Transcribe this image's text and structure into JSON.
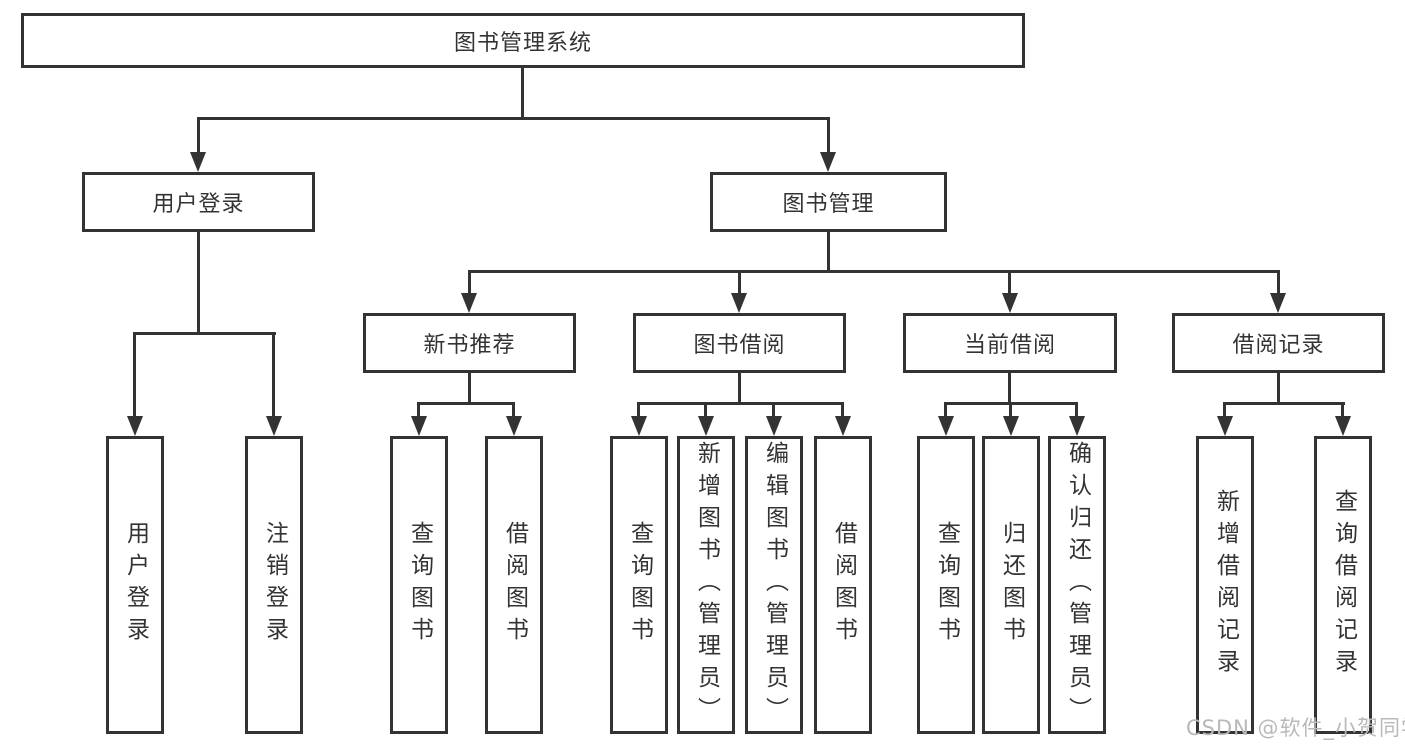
{
  "diagram": {
    "title": "图书管理系统",
    "level2": [
      "用户登录",
      "图书管理"
    ],
    "level3": [
      "新书推荐",
      "图书借阅",
      "当前借阅",
      "借阅记录"
    ],
    "user_login_children": [
      "用户登录",
      "注销登录"
    ],
    "new_book_children": [
      "查询图书",
      "借阅图书"
    ],
    "book_borrow_children": [
      "查询图书",
      "新增图书（管理员）",
      "编辑图书（管理员）",
      "借阅图书"
    ],
    "current_borrow_children": [
      "查询图书",
      "归还图书",
      "确认归还（管理员）"
    ],
    "borrow_record_children": [
      "新增借阅记录",
      "查询借阅记录"
    ],
    "watermark": "CSDN @软件_小贺同学",
    "colors": {
      "line": "#333333",
      "box_border": "#333333",
      "text": "#333333",
      "background": "#ffffff",
      "watermark_text": "#b9b9b9"
    }
  }
}
